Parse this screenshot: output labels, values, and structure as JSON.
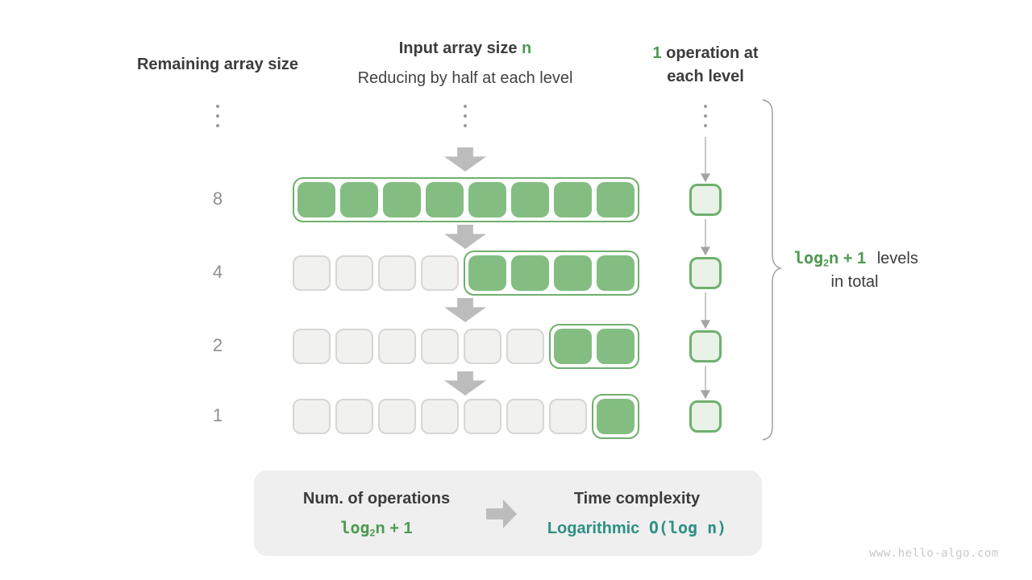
{
  "headers": {
    "left": "Remaining array size",
    "center_title": "Input array size ",
    "center_title_highlight": "n",
    "center_subtitle": "Reducing by half at each level",
    "right_highlight": "1",
    "right_line1": " operation at",
    "right_line2": "each level"
  },
  "diagram": {
    "rows": [
      {
        "label": "8",
        "gray_cells": 0,
        "green_cells": 8,
        "operations": 1
      },
      {
        "label": "4",
        "gray_cells": 4,
        "green_cells": 4,
        "operations": 1
      },
      {
        "label": "2",
        "gray_cells": 6,
        "green_cells": 2,
        "operations": 1
      },
      {
        "label": "1",
        "gray_cells": 7,
        "green_cells": 1,
        "operations": 1
      }
    ]
  },
  "brace": {
    "formula_mono": "log",
    "formula_sub": "2",
    "formula_rest": "n + 1",
    "label_line1": "levels",
    "label_line2": "in total"
  },
  "summary": {
    "left_title": "Num. of operations",
    "left_formula_mono": "log",
    "left_formula_sub": "2",
    "left_formula_rest": "n + 1",
    "right_title": "Time complexity",
    "right_value_name": "Logarithmic",
    "right_value_formula": "O(log n)"
  },
  "watermark": "www.hello-algo.com",
  "colors": {
    "green_cell": "#84bd82",
    "green_border": "#6fb06d",
    "green_text": "#4e9a51",
    "teal_text": "#2e9184",
    "gray_cell_fill": "#f1f1ef",
    "gray_cell_border": "#d6d6d4",
    "panel_bg": "#efefef",
    "arrow_gray": "#bcbcbc",
    "text_dark": "#3c3c3c",
    "label_gray": "#8e8e8e"
  }
}
